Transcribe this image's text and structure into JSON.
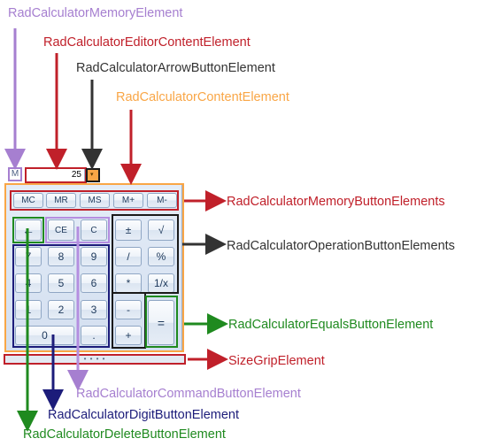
{
  "labels": {
    "memory_element": "RadCalculatorMemoryElement",
    "editor_content_element": "RadCalculatorEditorContentElement",
    "arrow_button_element": "RadCalculatorArrowButtonElement",
    "content_element": "RadCalculatorContentElement",
    "memory_button_elements": "RadCalculatorMemoryButtonElements",
    "operation_button_elements": "RadCalculatorOperationButtonElements",
    "equals_button_element": "RadCalculatorEqualsButtonElement",
    "size_grip_element": "SizeGripElement",
    "command_button_element": "RadCalculatorCommandButtonElement",
    "digit_button_element": "RadCalculatorDigitButtonElement",
    "delete_button_element": "RadCalculatorDeleteButtonElement"
  },
  "calculator": {
    "memory_indicator": "M",
    "value": "25",
    "arrow_glyph": "▾",
    "memory_buttons": [
      "MC",
      "MR",
      "MS",
      "M+",
      "M-"
    ],
    "backspace": "←",
    "clear_entry": "CE",
    "clear": "C",
    "operations": [
      "±",
      "√",
      "/",
      "%",
      "*",
      "1/x",
      "-",
      "+"
    ],
    "equals": "=",
    "digits": [
      "7",
      "8",
      "9",
      "4",
      "5",
      "6",
      "1",
      "2",
      "3",
      "0",
      "."
    ],
    "size_grip": "• • • •"
  },
  "colors": {
    "purple": "#a67fd0",
    "dark_red": "#c0202a",
    "dark_gray": "#333333",
    "orange": "#f9a646",
    "green": "#1f8a1f",
    "navy": "#1c1c7a"
  }
}
